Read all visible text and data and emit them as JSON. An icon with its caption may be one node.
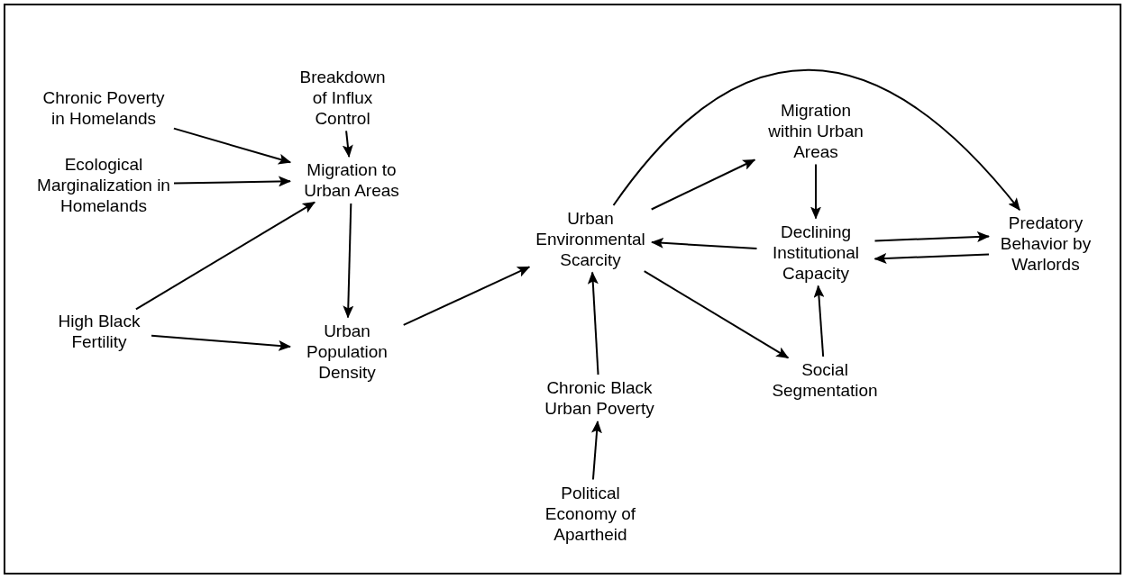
{
  "diagram": {
    "nodes": [
      {
        "text": [
          "Chronic Poverty in Homelands"
        ]
      },
      {
        "text": [
          "Breakdown of Influx Control"
        ]
      },
      {
        "text": [
          "Ecological Marginalization in Homelands"
        ]
      },
      {
        "text": [
          "Migration to Urban Areas"
        ]
      },
      {
        "text": [
          "High Black Fertility"
        ]
      },
      {
        "text": [
          "Urban Population Density"
        ]
      },
      {
        "text": [
          "Urban Environmental Scarcity"
        ]
      },
      {
        "text": [
          "Chronic Black Urban Poverty"
        ]
      },
      {
        "text": [
          "Political Economy of Apartheid"
        ]
      },
      {
        "text": [
          "Migration within Urban Areas"
        ]
      },
      {
        "text": [
          "Declining Institutional Capacity"
        ]
      },
      {
        "text": [
          "Social Segmentation"
        ]
      },
      {
        "text": [
          "Predatory Behavior by Warlords"
        ]
      }
    ],
    "edges": [
      {
        "from": 0,
        "to": 3,
        "arrow": "to"
      },
      {
        "from": 1,
        "to": 3,
        "arrow": "to"
      },
      {
        "from": 2,
        "to": 3,
        "arrow": "to"
      },
      {
        "from": 4,
        "to": 3,
        "arrow": "to"
      },
      {
        "from": 4,
        "to": 5,
        "arrow": "to"
      },
      {
        "from": 3,
        "to": 5,
        "arrow": "to"
      },
      {
        "from": 5,
        "to": 6,
        "arrow": "to"
      },
      {
        "from": 7,
        "to": 6,
        "arrow": "to"
      },
      {
        "from": 8,
        "to": 7,
        "arrow": "to"
      },
      {
        "from": 6,
        "to": 9,
        "arrow": "to"
      },
      {
        "from": 9,
        "to": 10,
        "arrow": "to"
      },
      {
        "from": 10,
        "to": 6,
        "arrow": "to"
      },
      {
        "from": 10,
        "to": 12,
        "arrow": "to"
      },
      {
        "from": 12,
        "to": 10,
        "arrow": "to"
      },
      {
        "from": 6,
        "to": 11,
        "arrow": "to"
      },
      {
        "from": 11,
        "to": 10,
        "arrow": "to"
      },
      {
        "from": 6,
        "to": 12,
        "arrow": "to"
      }
    ]
  }
}
